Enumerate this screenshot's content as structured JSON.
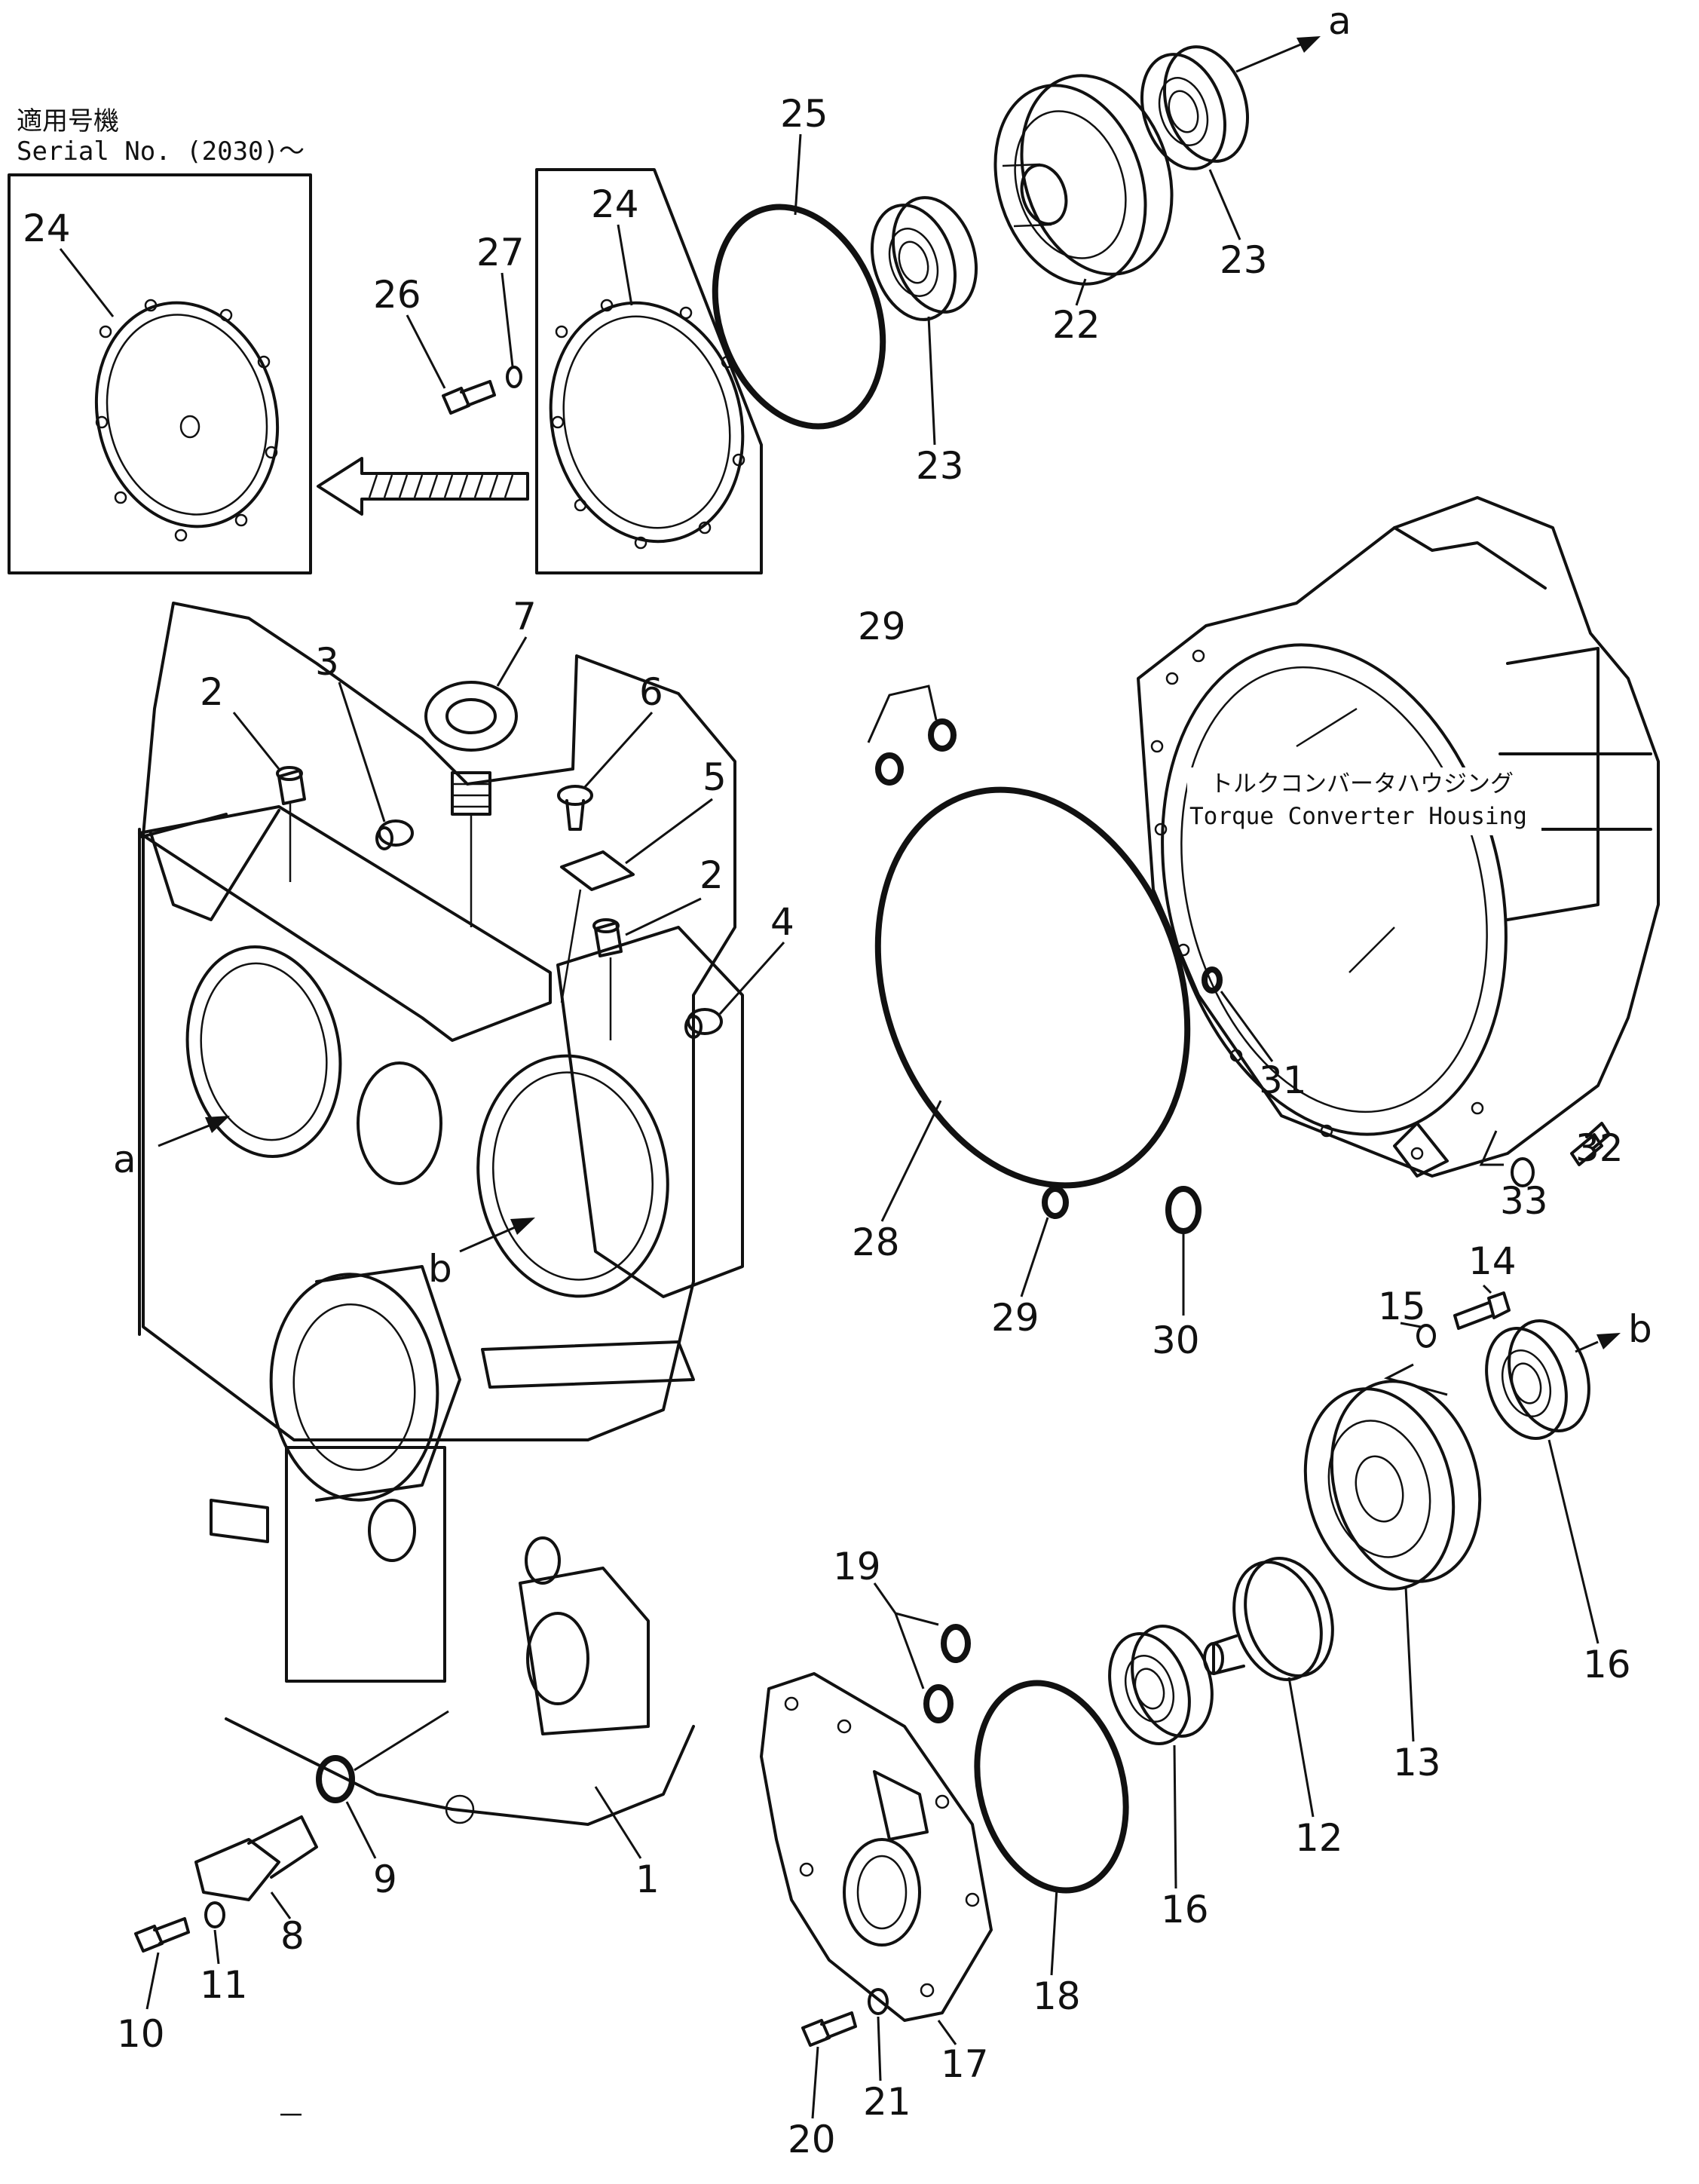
{
  "note": {
    "line1": "適用号機",
    "line2": "Serial  No.  (2030)～"
  },
  "housing_label": {
    "jp": "トルクコンバータハウジング",
    "en": "Torque  Converter  Housing"
  },
  "arrow_letters": {
    "a": "a",
    "b": "b"
  },
  "callouts": {
    "c1": "1",
    "c2a": "2",
    "c2b": "2",
    "c3": "3",
    "c4": "4",
    "c5": "5",
    "c6": "6",
    "c7": "7",
    "c8": "8",
    "c9": "9",
    "c10": "10",
    "c11": "11",
    "c12": "12",
    "c13": "13",
    "c14": "14",
    "c15": "15",
    "c16a": "16",
    "c16b": "16",
    "c17": "17",
    "c18": "18",
    "c19": "19",
    "c20": "20",
    "c21": "21",
    "c22": "22",
    "c23a": "23",
    "c23b": "23",
    "c24a": "24",
    "c24b": "24",
    "c25": "25",
    "c26": "26",
    "c27": "27",
    "c28": "28",
    "c29a": "29",
    "c29b": "29",
    "c30": "30",
    "c31": "31",
    "c32": "32",
    "c33": "33"
  }
}
